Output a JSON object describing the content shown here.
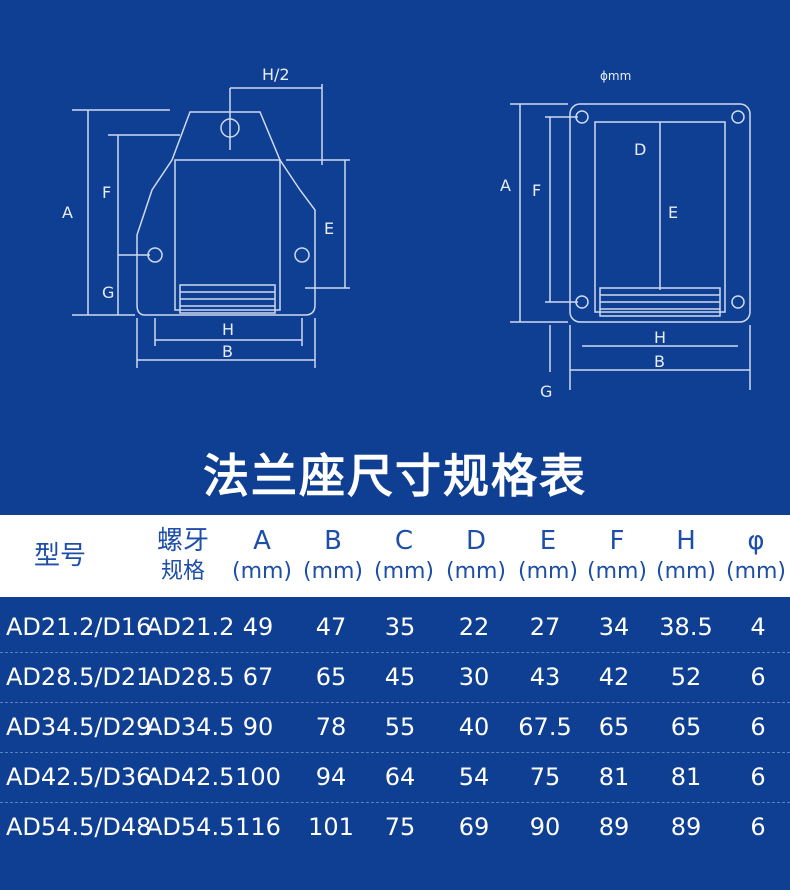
{
  "diagram_labels": {
    "left": {
      "h_half": "H/2",
      "a": "A",
      "f": "F",
      "g": "G",
      "e": "E",
      "h": "H",
      "b": "B"
    },
    "right": {
      "phi": "ɸmm",
      "a": "A",
      "f": "F",
      "d": "D",
      "e": "E",
      "h": "H",
      "b": "B",
      "g": "G"
    }
  },
  "title": "法兰座尺寸规格表",
  "table": {
    "headers": [
      {
        "line1": "型号",
        "line2": ""
      },
      {
        "line1": "螺牙",
        "line2": "规格"
      },
      {
        "line1": "A",
        "line2": "(mm)"
      },
      {
        "line1": "B",
        "line2": "(mm)"
      },
      {
        "line1": "C",
        "line2": "(mm)"
      },
      {
        "line1": "D",
        "line2": "(mm)"
      },
      {
        "line1": "E",
        "line2": "(mm)"
      },
      {
        "line1": "F",
        "line2": "(mm)"
      },
      {
        "line1": "H",
        "line2": "(mm)"
      },
      {
        "line1": "φ",
        "line2": "(mm)"
      }
    ],
    "rows": [
      [
        "AD21.2/D16",
        "AD21.2",
        "49",
        "47",
        "35",
        "22",
        "27",
        "34",
        "38.5",
        "4"
      ],
      [
        "AD28.5/D21",
        "AD28.5",
        "67",
        "65",
        "45",
        "30",
        "43",
        "42",
        "52",
        "6"
      ],
      [
        "AD34.5/D29",
        "AD34.5",
        "90",
        "78",
        "55",
        "40",
        "67.5",
        "65",
        "65",
        "6"
      ],
      [
        "AD42.5/D36",
        "AD42.5",
        "100",
        "94",
        "64",
        "54",
        "75",
        "81",
        "81",
        "6"
      ],
      [
        "AD54.5/D48",
        "AD54.5",
        "116",
        "101",
        "75",
        "69",
        "90",
        "89",
        "89",
        "6"
      ]
    ]
  },
  "colors": {
    "background": "#0e3f93",
    "header_bg": "#ffffff",
    "header_text": "#1d4ea8",
    "line": "#cfd9ee"
  }
}
